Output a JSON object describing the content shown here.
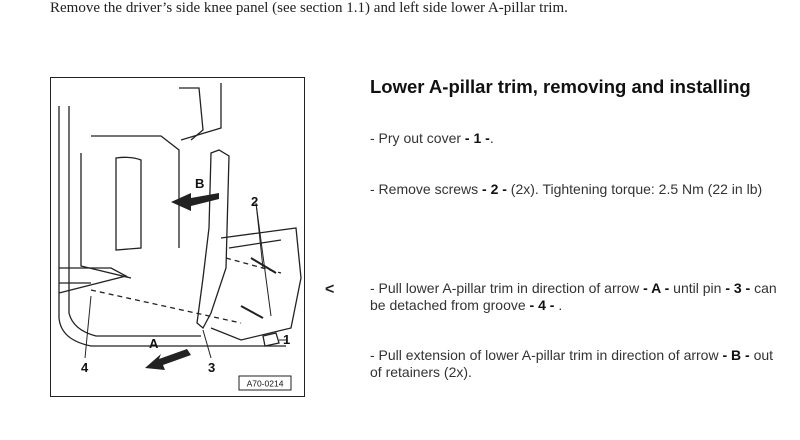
{
  "intro": "Remove the driver’s side knee panel (see section 1.1)  and left side lower A-pillar trim.",
  "heading": "Lower A-pillar trim, removing and installing",
  "figure": {
    "callouts": {
      "A": "A",
      "B": "B",
      "n1": "1",
      "n2": "2",
      "n3": "3",
      "n4": "4"
    },
    "code": "A70-0214"
  },
  "steps": [
    {
      "pre": "- Pry out cover ",
      "ref1": "- 1 -",
      "post": "."
    },
    {
      "pre": "- Remove screws ",
      "ref1": "- 2 -",
      "post": " (2x). Tightening torque: 2.5 Nm (22 in lb)"
    },
    {
      "pre": "- Pull lower A-pillar trim in direction of arrow ",
      "ref1": "- A -",
      "mid": " until pin ",
      "ref2": "- 3 -",
      "mid2": " can be detached from groove ",
      "ref3": "- 4 -",
      "post": " ."
    },
    {
      "pre": "- Pull extension of lower A-pillar trim in direction of arrow ",
      "ref1": "- B -",
      "post": " out of retainers (2x)."
    }
  ],
  "marker_icon": "arrow-left-chevron-icon",
  "marker_text": "<"
}
